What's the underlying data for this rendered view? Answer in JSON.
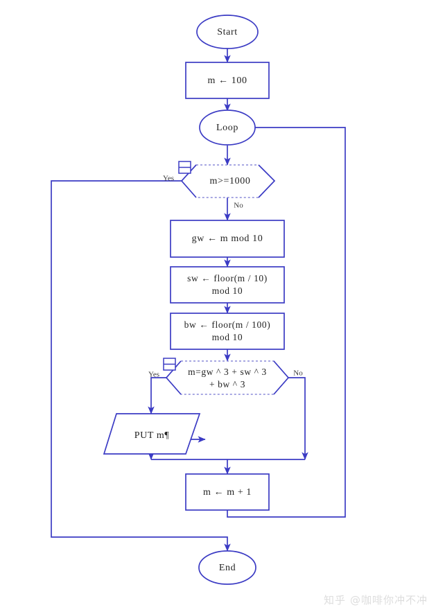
{
  "diagram": {
    "title": "Armstrong number search flowchart",
    "colors": {
      "stroke": "#3b3bc4",
      "shape_fill": "#ffffff",
      "text": "#222222",
      "background": "#ffffff",
      "watermark": "#dddddd"
    },
    "nodes": [
      {
        "id": "start",
        "type": "terminator",
        "label": "Start"
      },
      {
        "id": "init",
        "type": "process",
        "label": "m ← 100"
      },
      {
        "id": "loop",
        "type": "terminator",
        "label": "Loop"
      },
      {
        "id": "cond1",
        "type": "decision",
        "label": "m>=1000"
      },
      {
        "id": "gw",
        "type": "process",
        "label": "gw ← m mod 10"
      },
      {
        "id": "sw",
        "type": "process",
        "line1": "sw ← floor(m / 10)",
        "line2": "mod 10"
      },
      {
        "id": "bw",
        "type": "process",
        "line1": "bw ← floor(m / 100)",
        "line2": "mod 10"
      },
      {
        "id": "cond2",
        "type": "decision",
        "line1": "m=gw ^ 3 + sw ^ 3",
        "line2": "+ bw ^ 3"
      },
      {
        "id": "put",
        "type": "input-output",
        "label": "PUT m¶"
      },
      {
        "id": "incr",
        "type": "process",
        "label": "m ← m + 1"
      },
      {
        "id": "end",
        "type": "terminator",
        "label": "End"
      }
    ],
    "branch_labels": {
      "cond1_yes": "Yes",
      "cond1_no": "No",
      "cond2_yes": "Yes",
      "cond2_no": "No"
    },
    "collapse_handles": [
      {
        "id": "collapse-cond1",
        "icon": "collapse-box-icon"
      },
      {
        "id": "collapse-cond2",
        "icon": "collapse-box-icon"
      }
    ]
  },
  "watermark": {
    "logo": "知乎",
    "handle": "@咖啡你冲不冲"
  }
}
